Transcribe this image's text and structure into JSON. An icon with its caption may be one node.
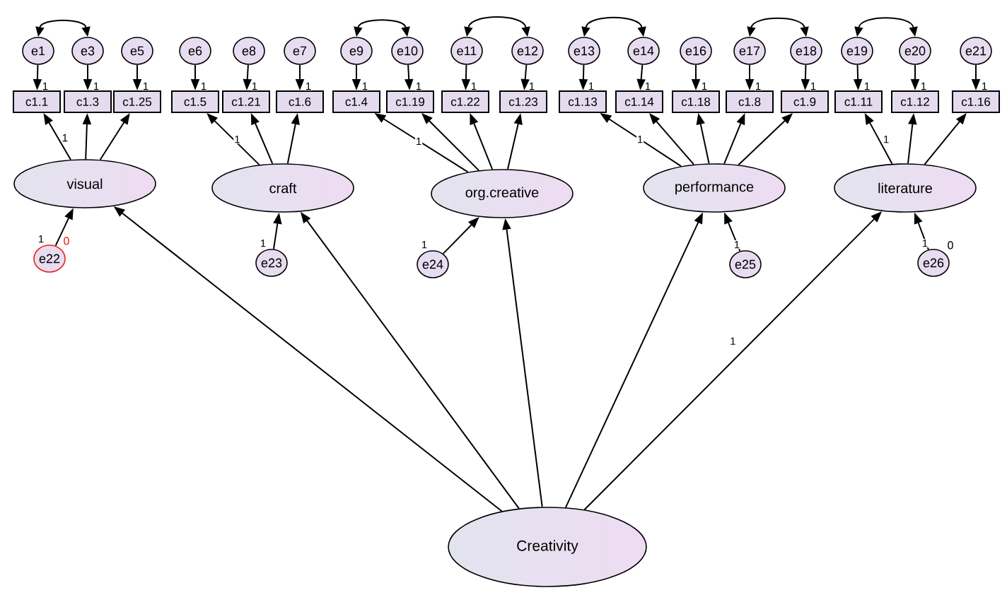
{
  "diagram": {
    "nodes": [
      {
        "text": [
          "e1"
        ]
      },
      {
        "text": [
          "e3"
        ]
      },
      {
        "text": [
          "e5"
        ]
      },
      {
        "text": [
          "e6"
        ]
      },
      {
        "text": [
          "e8"
        ]
      },
      {
        "text": [
          "e7"
        ]
      },
      {
        "text": [
          "e9"
        ]
      },
      {
        "text": [
          "e10"
        ]
      },
      {
        "text": [
          "e11"
        ]
      },
      {
        "text": [
          "e12"
        ]
      },
      {
        "text": [
          "e13"
        ]
      },
      {
        "text": [
          "e14"
        ]
      },
      {
        "text": [
          "e16"
        ]
      },
      {
        "text": [
          "e17"
        ]
      },
      {
        "text": [
          "e18"
        ]
      },
      {
        "text": [
          "e19"
        ]
      },
      {
        "text": [
          "e20"
        ]
      },
      {
        "text": [
          "e21"
        ]
      },
      {
        "text": [
          "c1.1"
        ]
      },
      {
        "text": [
          "c1.3"
        ]
      },
      {
        "text": [
          "c1.25"
        ]
      },
      {
        "text": [
          "c1.5"
        ]
      },
      {
        "text": [
          "c1.21"
        ]
      },
      {
        "text": [
          "c1.6"
        ]
      },
      {
        "text": [
          "c1.4"
        ]
      },
      {
        "text": [
          "c1.19"
        ]
      },
      {
        "text": [
          "c1.22"
        ]
      },
      {
        "text": [
          "c1.23"
        ]
      },
      {
        "text": [
          "c1.13"
        ]
      },
      {
        "text": [
          "c1.14"
        ]
      },
      {
        "text": [
          "c1.18"
        ]
      },
      {
        "text": [
          "c1.8"
        ]
      },
      {
        "text": [
          "c1.9"
        ]
      },
      {
        "text": [
          "c1.11"
        ]
      },
      {
        "text": [
          "c1.12"
        ]
      },
      {
        "text": [
          "c1.16"
        ]
      },
      {
        "text": [
          "visual"
        ]
      },
      {
        "text": [
          "craft"
        ]
      },
      {
        "text": [
          "org.creative"
        ]
      },
      {
        "text": [
          "performance"
        ]
      },
      {
        "text": [
          "literature"
        ]
      },
      {
        "text": [
          "e22"
        ],
        "beside": [
          "0"
        ]
      },
      {
        "text": [
          "e23"
        ]
      },
      {
        "text": [
          "e24"
        ]
      },
      {
        "text": [
          "e25"
        ]
      },
      {
        "text": [
          "e26"
        ],
        "beside": [
          "0"
        ]
      },
      {
        "text": [
          "Creativity"
        ]
      }
    ],
    "edges": [
      {
        "from": 0,
        "to": 18,
        "arrow": "to",
        "label": "1"
      },
      {
        "from": 1,
        "to": 19,
        "arrow": "to",
        "label": "1"
      },
      {
        "from": 2,
        "to": 20,
        "arrow": "to",
        "label": "1"
      },
      {
        "from": 3,
        "to": 21,
        "arrow": "to",
        "label": "1"
      },
      {
        "from": 4,
        "to": 22,
        "arrow": "to",
        "label": "1"
      },
      {
        "from": 5,
        "to": 23,
        "arrow": "to",
        "label": "1"
      },
      {
        "from": 6,
        "to": 24,
        "arrow": "to",
        "label": "1"
      },
      {
        "from": 7,
        "to": 25,
        "arrow": "to",
        "label": "1"
      },
      {
        "from": 8,
        "to": 26,
        "arrow": "to",
        "label": "1"
      },
      {
        "from": 9,
        "to": 27,
        "arrow": "to",
        "label": "1"
      },
      {
        "from": 10,
        "to": 28,
        "arrow": "to",
        "label": "1"
      },
      {
        "from": 11,
        "to": 29,
        "arrow": "to",
        "label": "1"
      },
      {
        "from": 12,
        "to": 30,
        "arrow": "to",
        "label": "1"
      },
      {
        "from": 13,
        "to": 31,
        "arrow": "to",
        "label": "1"
      },
      {
        "from": 14,
        "to": 32,
        "arrow": "to",
        "label": "1"
      },
      {
        "from": 15,
        "to": 33,
        "arrow": "to",
        "label": "1"
      },
      {
        "from": 16,
        "to": 34,
        "arrow": "to",
        "label": "1"
      },
      {
        "from": 17,
        "to": 35,
        "arrow": "to",
        "label": "1"
      },
      {
        "from": 36,
        "to": 18,
        "arrow": "to",
        "label": "1"
      },
      {
        "from": 36,
        "to": 19,
        "arrow": "to"
      },
      {
        "from": 36,
        "to": 20,
        "arrow": "to"
      },
      {
        "from": 37,
        "to": 21,
        "arrow": "to",
        "label": "1"
      },
      {
        "from": 37,
        "to": 22,
        "arrow": "to"
      },
      {
        "from": 37,
        "to": 23,
        "arrow": "to"
      },
      {
        "from": 38,
        "to": 24,
        "arrow": "to",
        "label": "1"
      },
      {
        "from": 38,
        "to": 25,
        "arrow": "to"
      },
      {
        "from": 38,
        "to": 26,
        "arrow": "to"
      },
      {
        "from": 38,
        "to": 27,
        "arrow": "to"
      },
      {
        "from": 39,
        "to": 28,
        "arrow": "to",
        "label": "1"
      },
      {
        "from": 39,
        "to": 29,
        "arrow": "to"
      },
      {
        "from": 39,
        "to": 30,
        "arrow": "to"
      },
      {
        "from": 39,
        "to": 31,
        "arrow": "to"
      },
      {
        "from": 39,
        "to": 32,
        "arrow": "to"
      },
      {
        "from": 40,
        "to": 33,
        "arrow": "to",
        "label": "1"
      },
      {
        "from": 40,
        "to": 34,
        "arrow": "to"
      },
      {
        "from": 40,
        "to": 35,
        "arrow": "to"
      },
      {
        "from": 46,
        "to": 36,
        "arrow": "to"
      },
      {
        "from": 46,
        "to": 37,
        "arrow": "to"
      },
      {
        "from": 46,
        "to": 38,
        "arrow": "to"
      },
      {
        "from": 46,
        "to": 39,
        "arrow": "to"
      },
      {
        "from": 46,
        "to": 40,
        "arrow": "to",
        "label": "1"
      },
      {
        "from": 41,
        "to": 36,
        "arrow": "to",
        "label": "1"
      },
      {
        "from": 42,
        "to": 37,
        "arrow": "to",
        "label": "1"
      },
      {
        "from": 43,
        "to": 38,
        "arrow": "to",
        "label": "1"
      },
      {
        "from": 44,
        "to": 39,
        "arrow": "to",
        "label": "1"
      },
      {
        "from": 45,
        "to": 40,
        "arrow": "to",
        "label": "1"
      },
      {
        "from": 0,
        "to": 1,
        "arrow": "both"
      },
      {
        "from": 6,
        "to": 7,
        "arrow": "both"
      },
      {
        "from": 8,
        "to": 9,
        "arrow": "both"
      },
      {
        "from": 10,
        "to": 11,
        "arrow": "both"
      },
      {
        "from": 13,
        "to": 14,
        "arrow": "both"
      },
      {
        "from": 15,
        "to": 16,
        "arrow": "both"
      }
    ]
  }
}
